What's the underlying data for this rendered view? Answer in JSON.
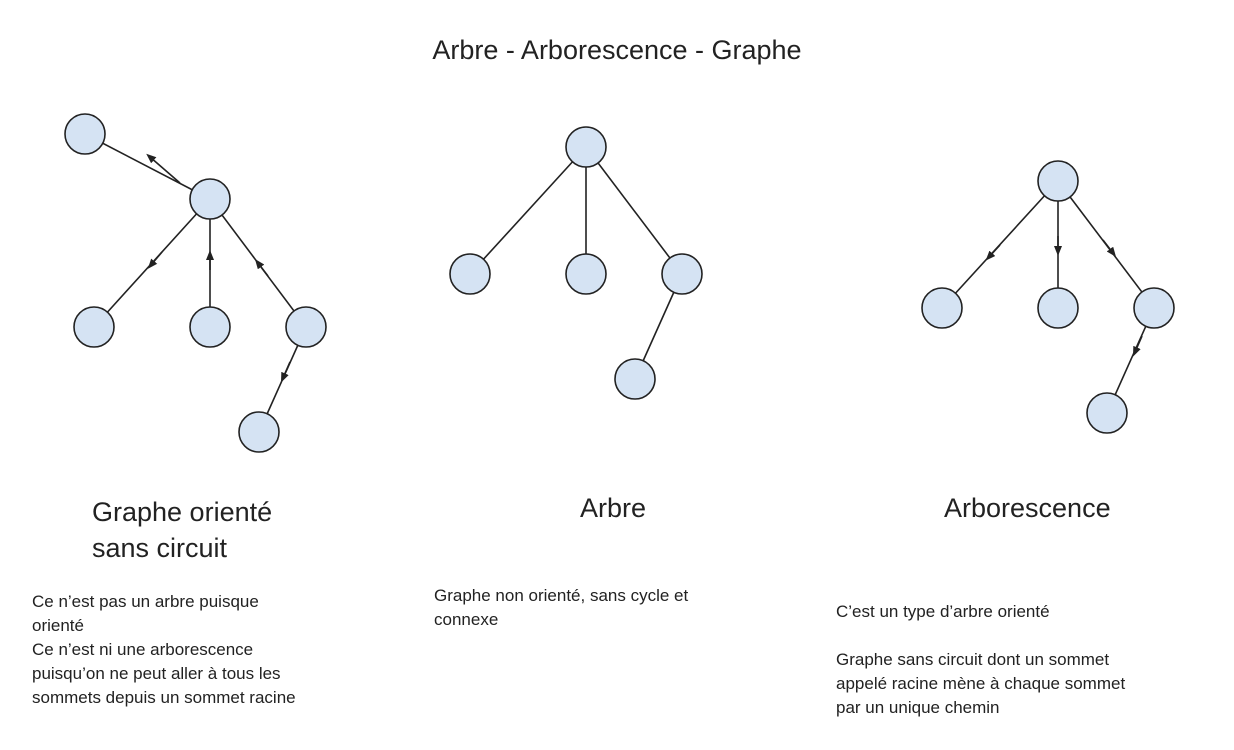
{
  "title": "Arbre - Arborescence - Graphe",
  "colors": {
    "node_fill": "#d5e3f3",
    "node_stroke": "#222222",
    "edge": "#222222"
  },
  "panels": [
    {
      "id": "dag",
      "caption_lines": [
        "Graphe orienté",
        "sans circuit"
      ],
      "description_lines": [
        "Ce n’est pas un arbre puisque",
        "orienté",
        "Ce n’est ni une arborescence",
        "puisqu’on ne peut aller à tous les",
        "sommets depuis un sommet racine"
      ]
    },
    {
      "id": "tree",
      "caption_lines": [
        "Arbre"
      ],
      "description_lines": [
        "Graphe non orienté, sans cycle  et",
        "connexe"
      ]
    },
    {
      "id": "arborescence",
      "caption_lines": [
        "Arborescence"
      ],
      "description_lines": [
        "C’est un type d’arbre orienté",
        "",
        "Graphe sans circuit dont un sommet",
        "appelé racine mène à chaque sommet",
        "par un unique chemin"
      ]
    }
  ]
}
